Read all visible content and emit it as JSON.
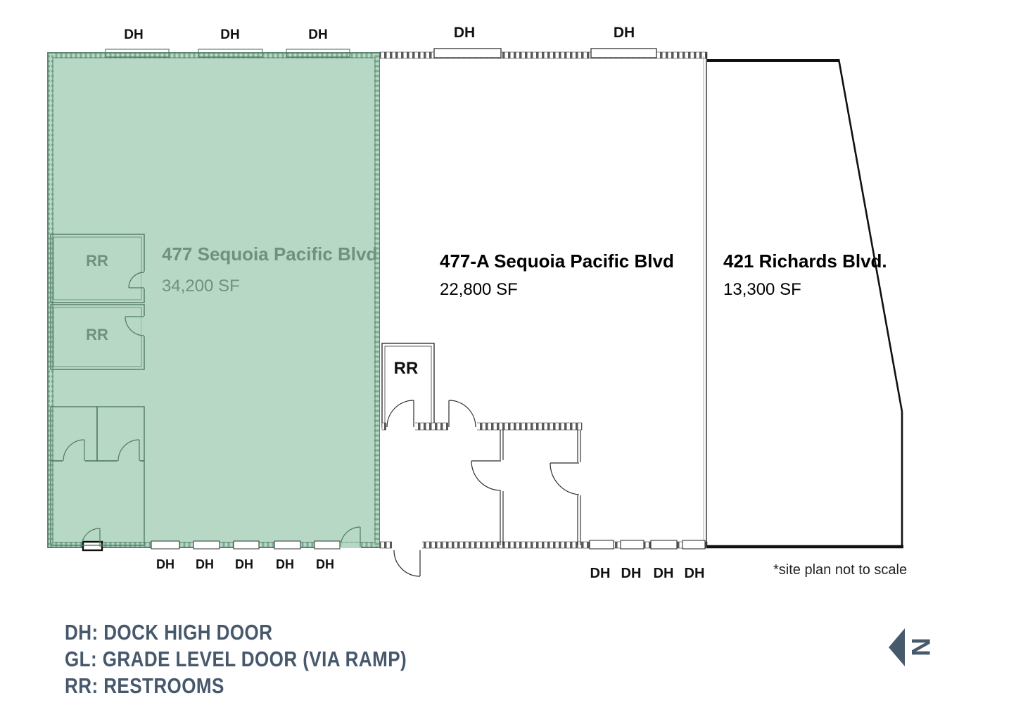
{
  "plan": {
    "buildings": [
      {
        "name": "477 Sequoia Pacific Blvd",
        "size": "34,200 SF"
      },
      {
        "name": "477-A Sequoia Pacific Blvd",
        "size": "22,800 SF"
      },
      {
        "name": "421 Richards Blvd.",
        "size": "13,300 SF"
      }
    ],
    "dh_top": [
      "DH",
      "DH",
      "DH",
      "DH",
      "DH"
    ],
    "dh_bottom_west": [
      "DH",
      "DH",
      "DH",
      "DH",
      "DH"
    ],
    "dh_bottom_east": [
      "DH",
      "DH",
      "DH",
      "DH"
    ],
    "rr_west": [
      "RR",
      "RR"
    ],
    "rr_center": "RR",
    "note": "*site plan not to scale",
    "north_letter": "N"
  },
  "legend": {
    "lines": [
      "DH: DOCK HIGH DOOR",
      "GL: GRADE LEVEL DOOR (VIA RAMP)",
      "RR: RESTROOMS"
    ]
  },
  "colors": {
    "green_fill": "#b7d8c4",
    "green_line": "#4f7a64",
    "green_text": "#6e9180",
    "legend_color": "#47586c",
    "north_color": "#475a6b"
  }
}
